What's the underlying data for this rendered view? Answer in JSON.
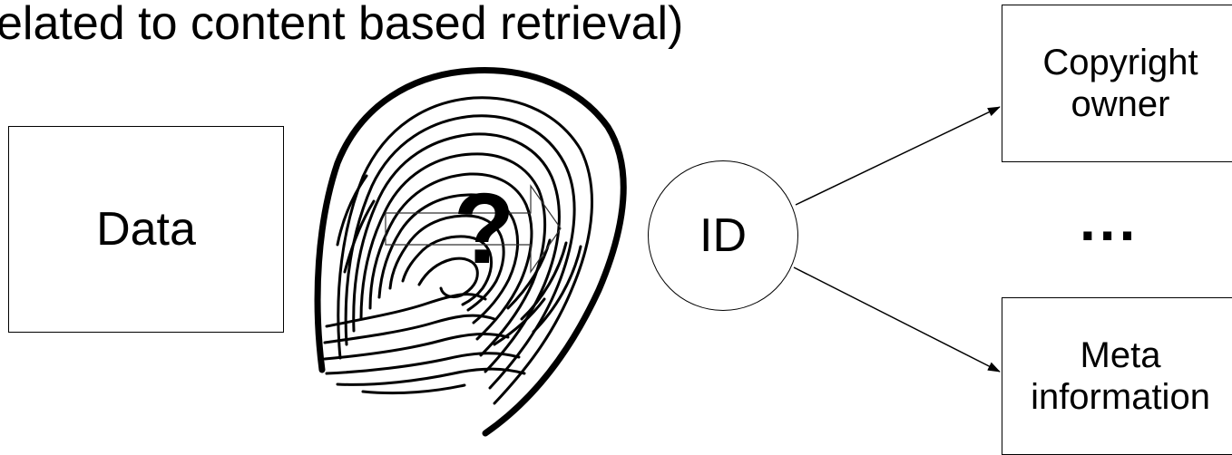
{
  "title": "elated to content based retrieval)",
  "nodes": {
    "data": "Data",
    "id": "ID",
    "copyright": "Copyright\nowner",
    "ellipsis": "...",
    "meta": "Meta\ninformation"
  },
  "fingerprint": {
    "icon": "fingerprint-icon",
    "mark": "?"
  },
  "colors": {
    "stroke": "#000000",
    "background": "#ffffff"
  }
}
